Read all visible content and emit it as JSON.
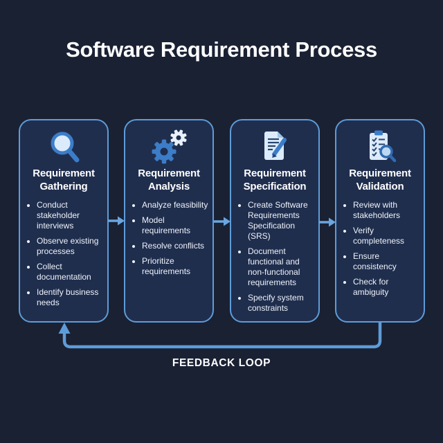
{
  "title": "Software Requirement Process",
  "feedback_label": "FEEDBACK LOOP",
  "colors": {
    "background": "#1a2133",
    "box_fill": "#202e4e",
    "accent": "#5e9cd8",
    "arrow": "#6aa6e0",
    "text": "#eef3fa",
    "heading": "#ffffff",
    "icon_blue": "#3c7dc8",
    "icon_dark": "#26466e",
    "icon_light": "#dcebfb"
  },
  "stages": [
    {
      "icon": "magnifier-icon",
      "title": "Requirement Gathering",
      "bullets": [
        "Conduct stakeholder interviews",
        "Observe existing processes",
        "Collect documentation",
        "Identify business needs"
      ]
    },
    {
      "icon": "gears-icon",
      "title": "Requirement Analysis",
      "bullets": [
        "Analyze feasibility",
        "Model requirements",
        "Resolve conflicts",
        "Prioritize requirements"
      ]
    },
    {
      "icon": "document-pencil-icon",
      "title": "Requirement Specification",
      "bullets": [
        "Create Software Requirements Specification (SRS)",
        "Document functional and non-functional requirements",
        "Specify system constraints"
      ]
    },
    {
      "icon": "clipboard-search-icon",
      "title": "Requirement Validation",
      "bullets": [
        "Review with stakeholders",
        "Verify completeness",
        "Ensure consistency",
        "Check for ambiguity"
      ]
    }
  ]
}
